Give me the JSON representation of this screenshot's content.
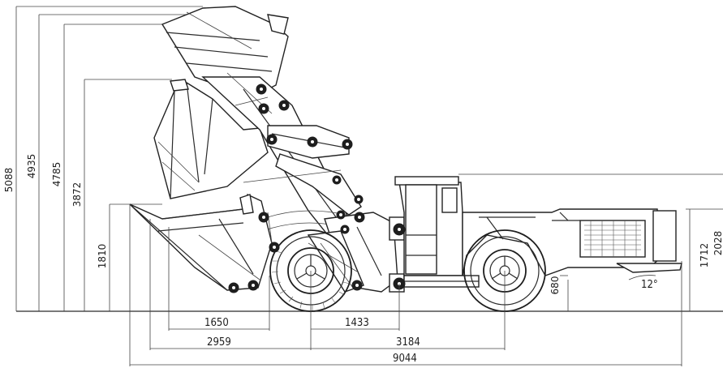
{
  "dimensions": {
    "height_5088": "5088",
    "height_4935": "4935",
    "height_4785": "4785",
    "height_3872": "3872",
    "height_1810": "1810",
    "height_1712": "1712",
    "height_2028": "2028",
    "ground_clearance_680": "680",
    "reach_1650": "1650",
    "reach_2959": "2959",
    "axle_1433": "1433",
    "wheelbase_3184": "3184",
    "overall_length_9044": "9044",
    "angle_12": "12°"
  }
}
